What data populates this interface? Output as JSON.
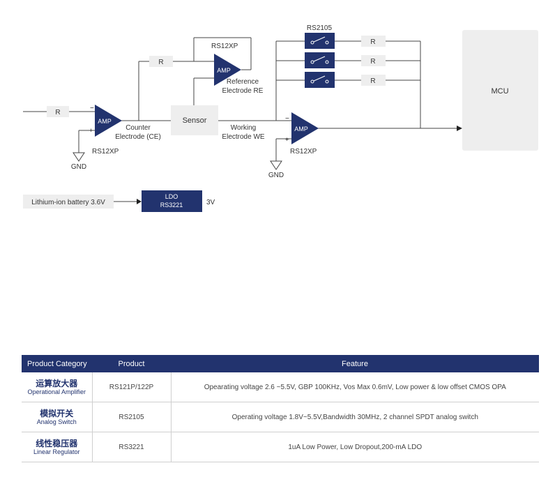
{
  "diagram": {
    "resistor_label": "R",
    "amp_label": "AMP",
    "amp_part": "RS12XP",
    "switch_part": "RS2105",
    "ground_label": "GND",
    "minus_sign": "−",
    "plus_sign": "+",
    "sensor_label": "Sensor",
    "mcu_label": "MCU",
    "counter_electrode": [
      "Counter",
      "Electrode (CE)"
    ],
    "reference_electrode": [
      "Reference",
      "Electrode RE"
    ],
    "working_electrode": [
      "Working",
      "Electrode WE"
    ],
    "battery_label": "Lithium-ion battery 3.6V",
    "ldo_label": "LDO",
    "ldo_part": "RS3221",
    "ldo_output": "3V"
  },
  "table": {
    "headers": [
      "Product Category",
      "Product",
      "Feature"
    ],
    "rows": [
      {
        "category_cn": "运算放大器",
        "category_en": "Operational Amplifier",
        "product": "RS121P/122P",
        "feature": "Opearating voltage 2.6 ~5.5V, GBP 100KHz,  Vos Max 0.6mV, Low power & low offset CMOS OPA"
      },
      {
        "category_cn": "模拟开关",
        "category_en": "Analog Switch",
        "product": "RS2105",
        "feature": "Operating voltage 1.8V~5.5V,Bandwidth 30MHz, 2 channel SPDT analog switch"
      },
      {
        "category_cn": "线性稳压器",
        "category_en": "Linear Regulator",
        "product": "RS3221",
        "feature": "1uA Low Power, Low Dropout,200-mA  LDO"
      }
    ]
  },
  "colors": {
    "accent": "#22336e",
    "box_gray": "#eeeeee",
    "wire": "#444444"
  }
}
